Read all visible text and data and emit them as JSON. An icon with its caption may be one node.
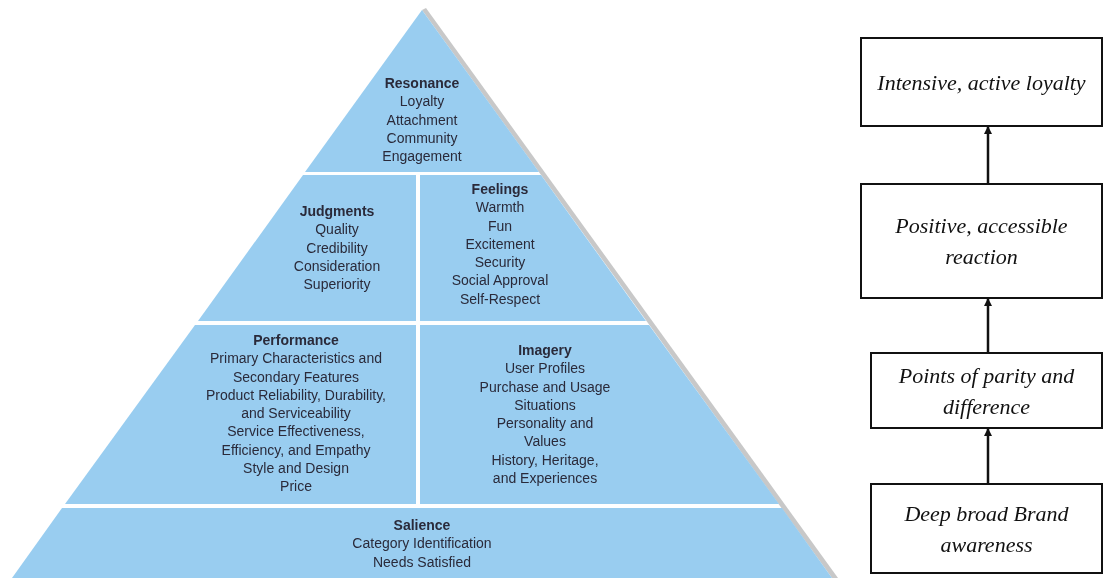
{
  "diagram": {
    "nodes": [
      {
        "text": [
          "Resonance",
          "Loyalty",
          "Attachment",
          "Community",
          "Engagement"
        ]
      },
      {
        "text": [
          "Judgments",
          "Quality",
          "Credibility",
          "Consideration",
          "Superiority"
        ]
      },
      {
        "text": [
          "Feelings",
          "Warmth",
          "Fun",
          "Excitement",
          "Security",
          "Social Approval",
          "Self-Respect"
        ]
      },
      {
        "text": [
          "Performance",
          "Primary Characteristics and Secondary Features",
          "Product Reliability, Durability, and Serviceability",
          "Service Effectiveness, Efficiency, and Empathy",
          "Style and Design",
          "Price"
        ]
      },
      {
        "text": [
          "Imagery",
          "User Profiles",
          "Purchase and Usage Situations",
          "Personality and Values",
          "History, Heritage, and Experiences"
        ]
      },
      {
        "text": [
          "Salience",
          "Category Identification",
          "Needs Satisfied"
        ]
      },
      {
        "text": [
          "Intensive, active loyalty"
        ]
      },
      {
        "text": [
          "Positive, accessible reaction"
        ]
      },
      {
        "text": [
          "Points of parity and difference"
        ]
      },
      {
        "text": [
          "Deep broad Brand awareness"
        ]
      }
    ],
    "edges": [
      {
        "from": 9,
        "to": 8,
        "arrow": "to"
      },
      {
        "from": 8,
        "to": 7,
        "arrow": "to"
      },
      {
        "from": 7,
        "to": 6,
        "arrow": "to"
      }
    ]
  }
}
